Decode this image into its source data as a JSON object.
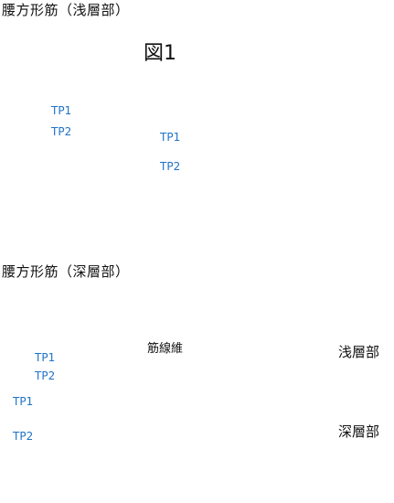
{
  "panel_top": {
    "title": "腰方形筋（浅層部）",
    "figure_label": "図1",
    "back_labels": {
      "tp1": "TP1",
      "tp2": "TP2"
    },
    "front_labels": {
      "tp1": "TP1",
      "tp2": "TP2"
    }
  },
  "panel_bottom": {
    "title": "腰方形筋（深層部）",
    "back_labels": {
      "tp1": "TP1",
      "tp2": "TP2"
    },
    "side_labels": {
      "tp1": "TP1",
      "tp2": "TP2"
    },
    "fiber_label": "筋線維",
    "superficial_label": "浅層部",
    "deep_label": "深層部"
  },
  "colors": {
    "skin": "#fbe6d4",
    "outline": "#1a1a1a",
    "pain_zone": "#9b3fa6",
    "tp_text": "#1e73c8",
    "bone": "#d9ecc4",
    "muscle": "#d9532a"
  }
}
